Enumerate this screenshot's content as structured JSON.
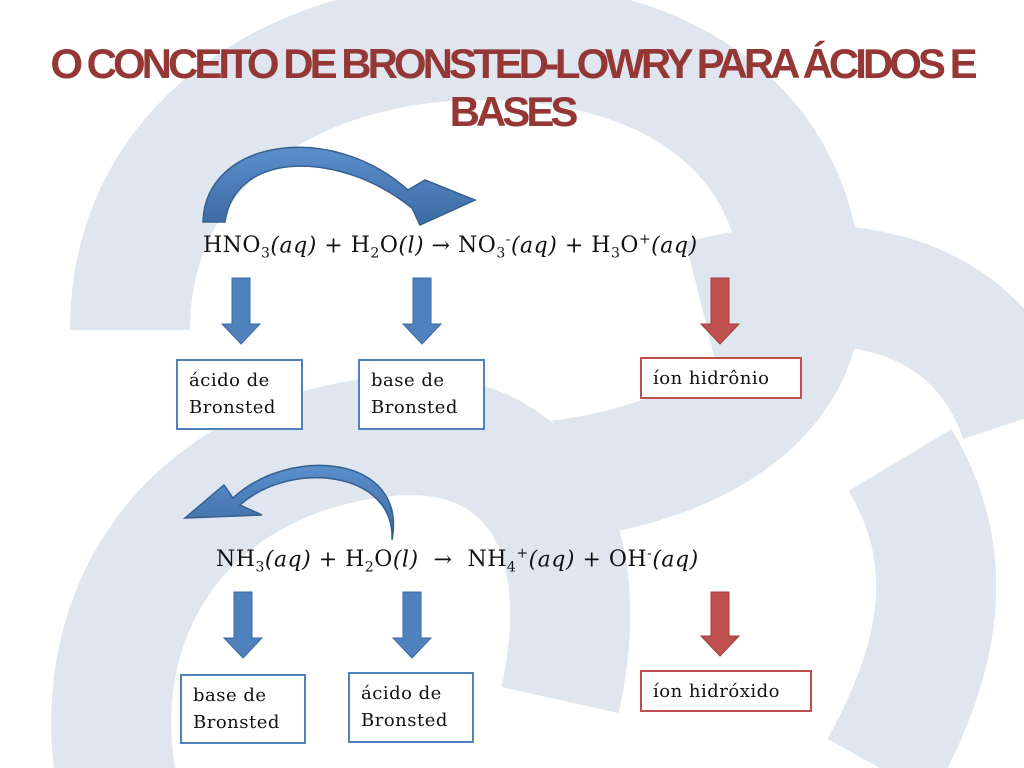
{
  "title": {
    "line1": "O CONCEITO DE BRONSTED-LOWRY PARA ÁCIDOS E",
    "line2": "BASES"
  },
  "reaction1": {
    "reactant1": "HNO",
    "reactant1_sub": "3",
    "state_aq": "(aq)",
    "plus": "+",
    "water_h": "H",
    "water_sub": "2",
    "water_o": "O",
    "state_l": "(l)",
    "arrow": "→",
    "product1": "NO",
    "product1_sub": "3",
    "product1_charge": "-",
    "product2_h": "H",
    "product2_sub": "3",
    "product2_o": "O",
    "product2_charge": "+"
  },
  "reaction2": {
    "reactant1": "NH",
    "reactant1_sub": "3",
    "state_aq": "(aq)",
    "plus": "+",
    "water_h": "H",
    "water_sub": "2",
    "water_o": "O",
    "state_l": "(l)",
    "arrow": "→",
    "product1": "NH",
    "product1_sub": "4",
    "product1_charge": "+",
    "product2": "OH",
    "product2_charge": "-"
  },
  "labels1": {
    "acid": [
      "ácido de",
      "Bronsted"
    ],
    "base": [
      "base de",
      "Bronsted"
    ],
    "ion": "íon hidrônio"
  },
  "labels2": {
    "base": [
      "base de",
      "Bronsted"
    ],
    "acid": [
      "ácido de",
      "Bronsted"
    ],
    "ion": "íon hidróxido"
  },
  "colors": {
    "title": "#953735",
    "blue_arrow": "#4f81bd",
    "red_arrow": "#c0504d",
    "watermark": "#dde4ee"
  }
}
